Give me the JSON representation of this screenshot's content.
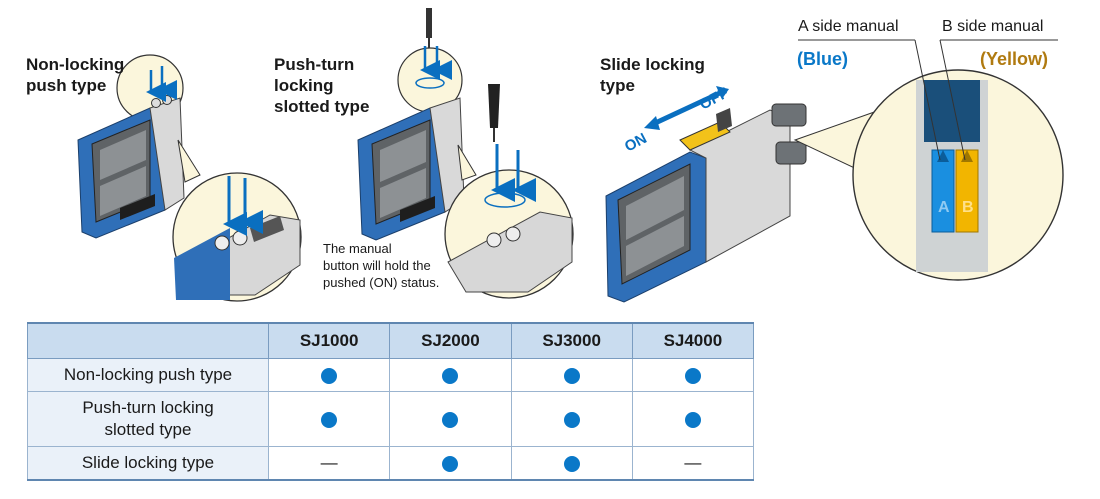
{
  "labels": {
    "non_locking": [
      "Non-locking",
      "push type"
    ],
    "push_turn": [
      "Push-turn",
      "locking",
      "slotted type"
    ],
    "slide": [
      "Slide locking",
      "type"
    ],
    "note": [
      "The manual",
      "button will hold the",
      "pushed (ON) status."
    ],
    "on": "ON",
    "off": "OFF",
    "side_a_title": "A side manual",
    "side_a_color": "(Blue)",
    "side_b_title": "B side manual",
    "side_b_color": "(Yellow)",
    "letter_a": "A",
    "letter_b": "B"
  },
  "colors": {
    "blue_accent": "#0a78c8",
    "yellow_accent": "#b07a10",
    "table_header": "#c9dcef",
    "row_header": "#eaf1f9"
  },
  "table": {
    "columns": [
      "SJ1000",
      "SJ2000",
      "SJ3000",
      "SJ4000"
    ],
    "rows": [
      {
        "label": [
          "Non-locking push type"
        ],
        "cells": [
          "dot",
          "dot",
          "dot",
          "dot"
        ]
      },
      {
        "label": [
          "Push-turn locking",
          "slotted type"
        ],
        "cells": [
          "dot",
          "dot",
          "dot",
          "dot"
        ]
      },
      {
        "label": [
          "Slide locking type"
        ],
        "cells": [
          "—",
          "dot",
          "dot",
          "—"
        ]
      }
    ]
  }
}
